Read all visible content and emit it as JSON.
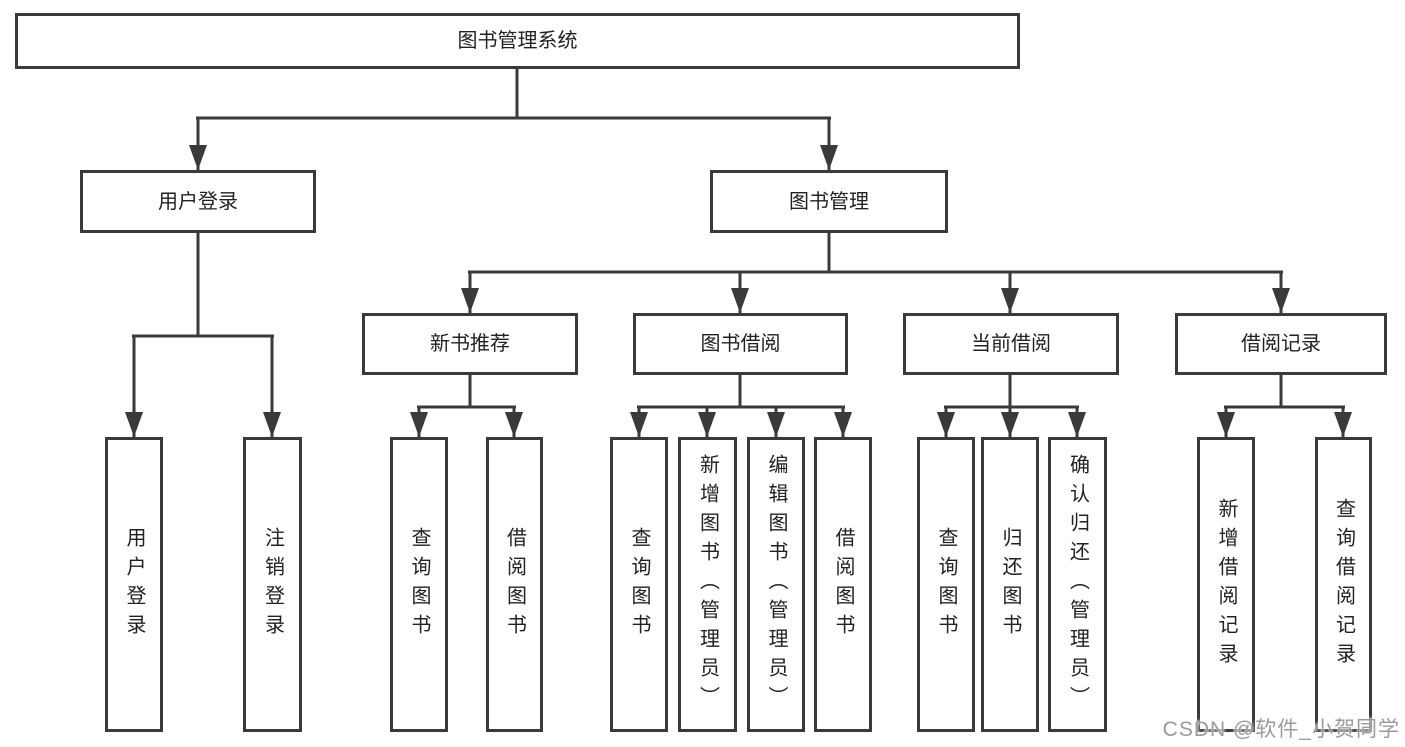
{
  "diagram": {
    "title": "图书管理系统",
    "root": {
      "label": "图书管理系统"
    },
    "level2": {
      "login": {
        "label": "用户登录"
      },
      "mgmt": {
        "label": "图书管理"
      }
    },
    "level3": {
      "recommend": {
        "label": "新书推荐"
      },
      "borrow": {
        "label": "图书借阅"
      },
      "current": {
        "label": "当前借阅"
      },
      "records": {
        "label": "借阅记录"
      }
    },
    "leaves": {
      "login_user": {
        "label": "用户登录"
      },
      "login_logout": {
        "label": "注销登录"
      },
      "rec_query": {
        "label": "查询图书"
      },
      "rec_borrow": {
        "label": "借阅图书"
      },
      "bor_query": {
        "label": "查询图书"
      },
      "bor_add": {
        "label": "新增图书（管理员）"
      },
      "bor_edit": {
        "label": "编辑图书（管理员）"
      },
      "bor_borrow": {
        "label": "借阅图书"
      },
      "cur_query": {
        "label": "查询图书"
      },
      "cur_return": {
        "label": "归还图书"
      },
      "cur_confirm": {
        "label": "确认归还（管理员）"
      },
      "rcd_add": {
        "label": "新增借阅记录"
      },
      "rcd_query": {
        "label": "查询借阅记录"
      }
    }
  },
  "watermark": {
    "text": "CSDN @软件_小贺同学"
  },
  "colors": {
    "background": "#ffffff",
    "line": "#3a3a3a",
    "box_border": "#3a3a3a",
    "text": "#222222",
    "watermark": "#9b9b9b"
  }
}
